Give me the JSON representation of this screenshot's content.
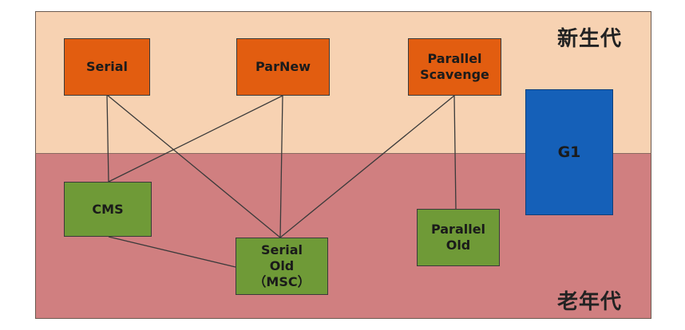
{
  "zones": {
    "young": "新生代",
    "old": "老年代"
  },
  "collectors": {
    "serial": "Serial",
    "parnew": "ParNew",
    "parallel_scavenge": "Parallel\nScavenge",
    "cms": "CMS",
    "serial_old": "Serial\nOld\n（MSC）",
    "parallel_old": "Parallel\nOld",
    "g1": "G1"
  },
  "connections": [
    [
      "Serial",
      "CMS"
    ],
    [
      "Serial",
      "Serial Old (MSC)"
    ],
    [
      "ParNew",
      "CMS"
    ],
    [
      "ParNew",
      "Serial Old (MSC)"
    ],
    [
      "Parallel Scavenge",
      "Serial Old (MSC)"
    ],
    [
      "Parallel Scavenge",
      "Parallel Old"
    ],
    [
      "CMS",
      "Serial Old (MSC)"
    ]
  ],
  "colors": {
    "young_zone": "#f7d2b2",
    "old_zone": "#d07f80",
    "young_collector": "#e25d10",
    "old_collector": "#6f9a37",
    "g1": "#1560b8"
  }
}
